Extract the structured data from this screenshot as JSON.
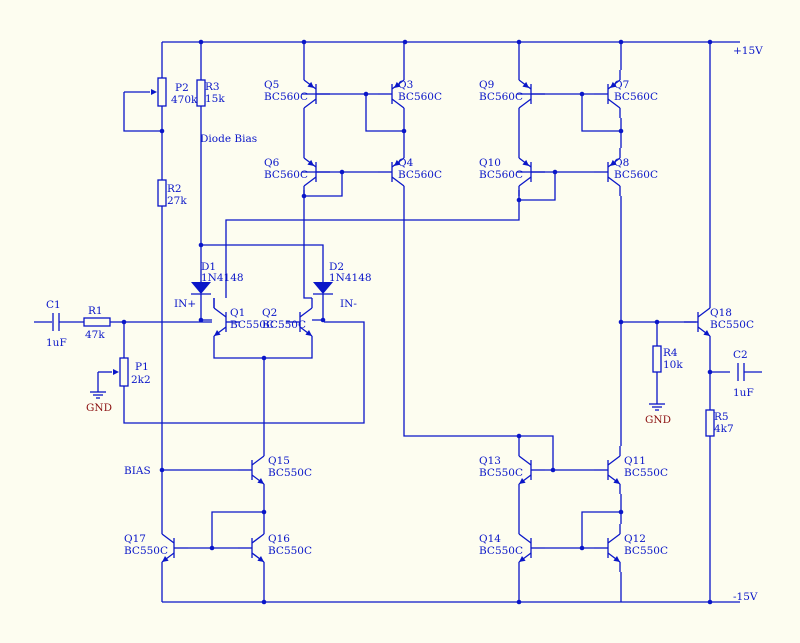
{
  "rails": {
    "positive": "+15V",
    "negative": "-15V"
  },
  "ground_label": "GND",
  "notes": {
    "diode_bias": "Diode Bias",
    "bias": "BIAS",
    "in_plus": "IN+",
    "in_minus": "IN-"
  },
  "colors": {
    "wire": "#0a16c8",
    "ground_label": "#8b1010",
    "background": "#fdfdf0"
  },
  "transistors": [
    {
      "ref": "Q1",
      "part": "BC550C",
      "polarity": "npn"
    },
    {
      "ref": "Q2",
      "part": "BC550C",
      "polarity": "npn"
    },
    {
      "ref": "Q3",
      "part": "BC560C",
      "polarity": "pnp"
    },
    {
      "ref": "Q4",
      "part": "BC560C",
      "polarity": "pnp"
    },
    {
      "ref": "Q5",
      "part": "BC560C",
      "polarity": "pnp"
    },
    {
      "ref": "Q6",
      "part": "BC560C",
      "polarity": "pnp"
    },
    {
      "ref": "Q7",
      "part": "BC560C",
      "polarity": "pnp"
    },
    {
      "ref": "Q8",
      "part": "BC560C",
      "polarity": "pnp"
    },
    {
      "ref": "Q9",
      "part": "BC560C",
      "polarity": "pnp"
    },
    {
      "ref": "Q10",
      "part": "BC560C",
      "polarity": "pnp"
    },
    {
      "ref": "Q11",
      "part": "BC550C",
      "polarity": "npn"
    },
    {
      "ref": "Q12",
      "part": "BC550C",
      "polarity": "npn"
    },
    {
      "ref": "Q13",
      "part": "BC550C",
      "polarity": "npn"
    },
    {
      "ref": "Q14",
      "part": "BC550C",
      "polarity": "npn"
    },
    {
      "ref": "Q15",
      "part": "BC550C",
      "polarity": "npn"
    },
    {
      "ref": "Q16",
      "part": "BC550C",
      "polarity": "npn"
    },
    {
      "ref": "Q17",
      "part": "BC550C",
      "polarity": "npn"
    },
    {
      "ref": "Q18",
      "part": "BC550C",
      "polarity": "npn"
    }
  ],
  "resistors": [
    {
      "ref": "R1",
      "value": "47k"
    },
    {
      "ref": "R2",
      "value": "27k"
    },
    {
      "ref": "R3",
      "value": "15k"
    },
    {
      "ref": "R4",
      "value": "10k"
    },
    {
      "ref": "R5",
      "value": "4k7"
    }
  ],
  "pots": [
    {
      "ref": "P1",
      "value": "2k2"
    },
    {
      "ref": "P2",
      "value": "470k"
    }
  ],
  "capacitors": [
    {
      "ref": "C1",
      "value": "1uF"
    },
    {
      "ref": "C2",
      "value": "1uF"
    }
  ],
  "diodes": [
    {
      "ref": "D1",
      "part": "1N4148"
    },
    {
      "ref": "D2",
      "part": "1N4148"
    }
  ]
}
